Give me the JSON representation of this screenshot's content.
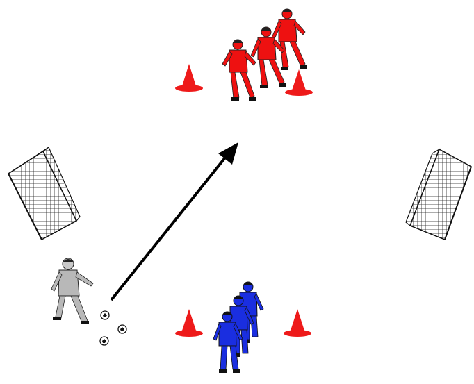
{
  "colors": {
    "background": "#ffffff",
    "team_red": "#ee1111",
    "team_blue": "#1a2ee0",
    "coach_gray": "#b8b8b8",
    "cone": "#ee1a1a",
    "goal_frame": "#111111",
    "arrow": "#000000"
  },
  "diagram": {
    "goals": [
      {
        "name": "left-goal",
        "icon": "goal-net-icon"
      },
      {
        "name": "right-goal",
        "icon": "goal-net-icon"
      }
    ],
    "cones": [
      {
        "name": "cone-top-left",
        "icon": "cone-icon"
      },
      {
        "name": "cone-top-right",
        "icon": "cone-icon"
      },
      {
        "name": "cone-bottom-left",
        "icon": "cone-icon"
      },
      {
        "name": "cone-bottom-right",
        "icon": "cone-icon"
      }
    ],
    "red_team_players": 3,
    "blue_team_players": 3,
    "coach_players": 1,
    "balls": 3,
    "arrow": {
      "from": "coach",
      "to": "red-team-line",
      "icon": "pass-arrow-icon"
    }
  }
}
